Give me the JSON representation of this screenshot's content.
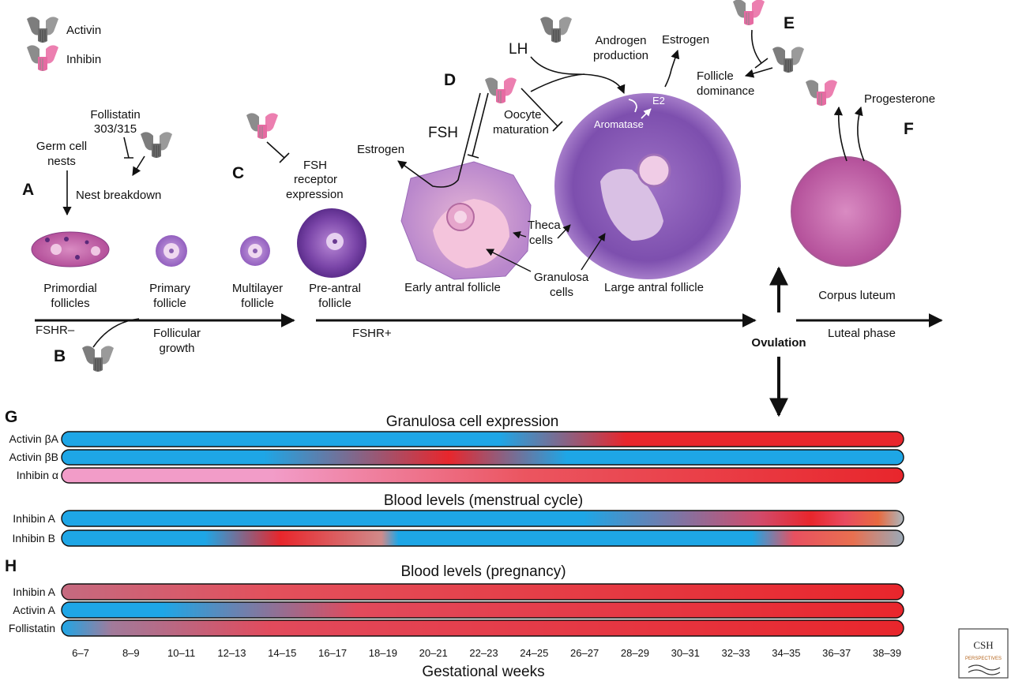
{
  "legend": {
    "activin": "Activin",
    "inhibin": "Inhibin"
  },
  "panels": {
    "a": "A",
    "b": "B",
    "c": "C",
    "d": "D",
    "e": "E",
    "f": "F",
    "g": "G",
    "h": "H"
  },
  "labels": {
    "germ_cell_nests_1": "Germ cell",
    "germ_cell_nests_2": "nests",
    "follistatin_1": "Follistatin",
    "follistatin_2": "303/315",
    "nest_breakdown": "Nest breakdown",
    "fsh_receptor_1": "FSH",
    "fsh_receptor_2": "receptor",
    "fsh_receptor_3": "expression",
    "fsh": "FSH",
    "lh": "LH",
    "estrogen_left": "Estrogen",
    "oocyte_1": "Oocyte",
    "oocyte_2": "maturation",
    "androgen_1": "Androgen",
    "androgen_2": "production",
    "estrogen_top": "Estrogen",
    "aromatase": "Aromatase",
    "e2": "E2",
    "follicle_dom_1": "Follicle",
    "follicle_dom_2": "dominance",
    "progesterone": "Progesterone",
    "theca_1": "Theca",
    "theca_2": "cells",
    "granulosa_1": "Granulosa",
    "granulosa_2": "cells"
  },
  "stages": {
    "primordial_1": "Primordial",
    "primordial_2": "follicles",
    "primary_1": "Primary",
    "primary_2": "follicle",
    "multilayer_1": "Multilayer",
    "multilayer_2": "follicle",
    "preantral_1": "Pre-antral",
    "preantral_2": "follicle",
    "early_antral": "Early antral follicle",
    "large_antral": "Large antral follicle",
    "corpus_luteum": "Corpus luteum"
  },
  "timeline": {
    "fshr_neg": "FSHR–",
    "follicular_1": "Follicular",
    "follicular_2": "growth",
    "fshr_pos": "FSHR+",
    "ovulation": "Ovulation",
    "luteal": "Luteal phase"
  },
  "sections": {
    "granulosa": "Granulosa cell expression",
    "blood_cycle": "Blood levels (menstrual cycle)",
    "blood_pregnancy": "Blood levels (pregnancy)"
  },
  "rows": {
    "activin_ba": "Activin βA",
    "activin_bb": "Activin βB",
    "inhibin_alpha": "Inhibin α",
    "inhibin_a_cycle": "Inhibin A",
    "inhibin_b_cycle": "Inhibin B",
    "inhibin_a_preg": "Inhibin A",
    "activin_a_preg": "Activin A",
    "follistatin_preg": "Follistatin"
  },
  "xaxis": {
    "ticks": [
      "6–7",
      "8–9",
      "10–11",
      "12–13",
      "14–15",
      "16–17",
      "18–19",
      "20–21",
      "22–23",
      "24–25",
      "26–27",
      "28–29",
      "30–31",
      "32–33",
      "34–35",
      "36–37",
      "38–39"
    ],
    "label": "Gestational weeks"
  },
  "logo": {
    "line1": "CSH",
    "line2": "PERSPECTIVES"
  },
  "colors": {
    "blue": "#1ea6e6",
    "red": "#e8262c",
    "pink": "#f29cc8",
    "activin_gray": "#8a8a8a",
    "inhibin_pink": "#ec7fb0",
    "stain": "#8a4fb0"
  }
}
